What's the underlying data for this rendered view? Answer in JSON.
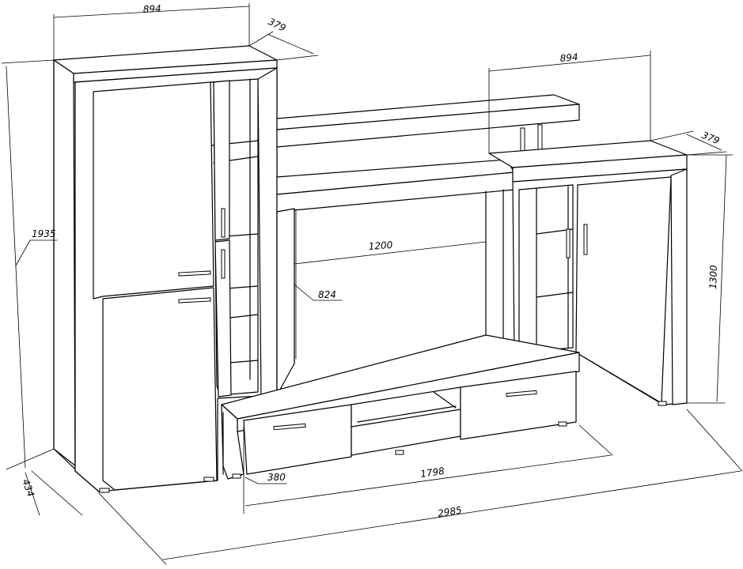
{
  "dimensions": {
    "left_width": "894",
    "left_depth": "379",
    "right_width": "894",
    "right_depth": "379",
    "left_height": "1935",
    "right_height": "1300",
    "niche_width": "1200",
    "niche_height": "824",
    "plinth_height": "434",
    "tv_stand_depth": "380",
    "tv_stand_width": "1798",
    "total_width": "2985"
  },
  "colors": {
    "line": "#000000",
    "background": "#ffffff"
  }
}
